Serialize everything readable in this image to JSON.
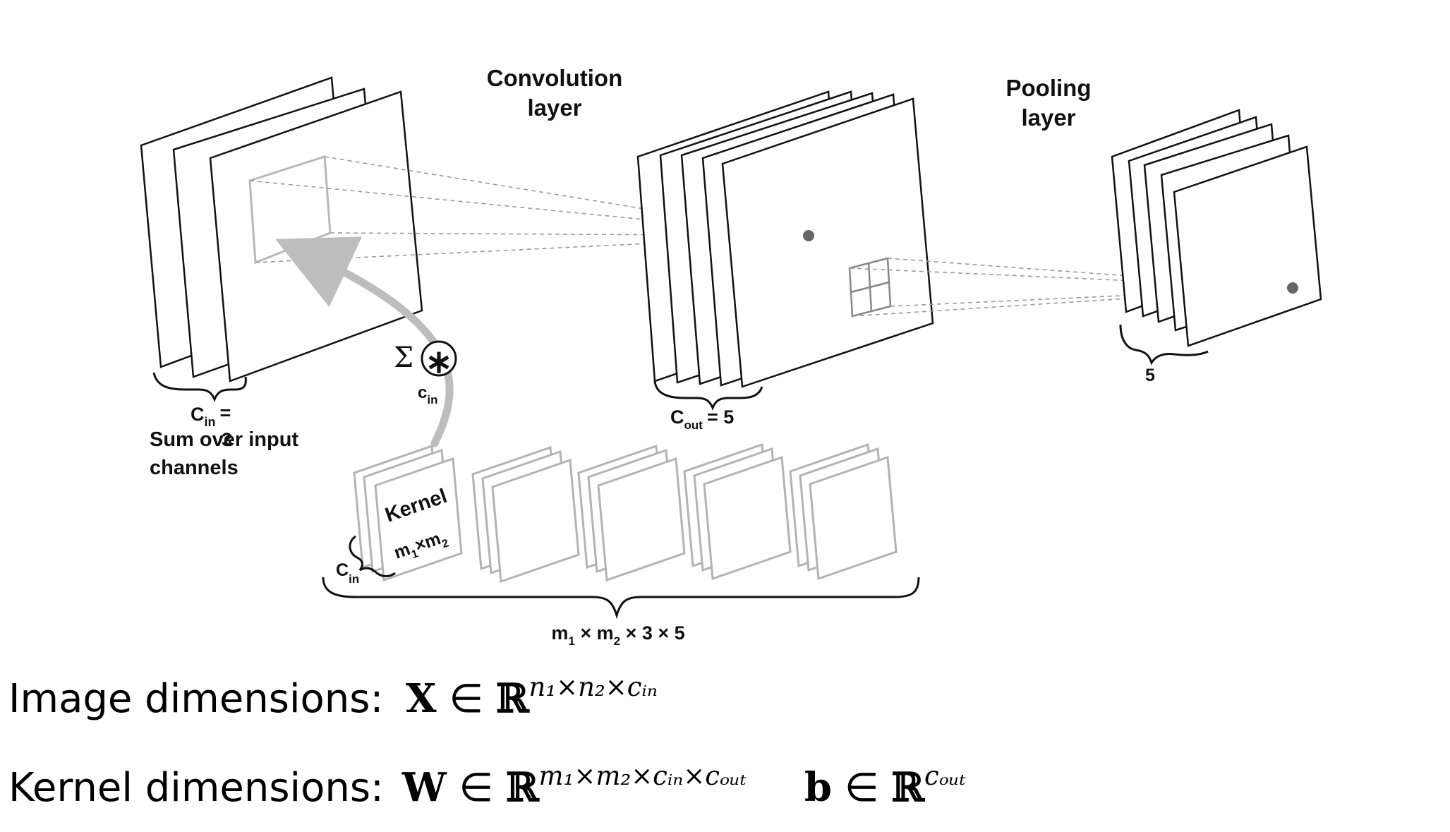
{
  "diagram": {
    "conv_title": [
      "Convolution",
      "layer"
    ],
    "pool_title": [
      "Pooling",
      "layer"
    ],
    "input_label": {
      "c": "C",
      "sub": "in",
      "eq": "=",
      "val": "3"
    },
    "sum_caption": [
      "Sum over input",
      "channels"
    ],
    "sum_symbol": "Σ",
    "conv_symbol": "∗",
    "sum_sub": {
      "c": "c",
      "sub": "in"
    },
    "conv_out_label": {
      "c": "C",
      "sub": "out",
      "rest": "= 5"
    },
    "pool_count": "5",
    "kernel_word": "Kernel",
    "kernel_size": {
      "m1": "m",
      "s1": "1",
      "x": "×",
      "m2": "m",
      "s2": "2"
    },
    "kernel_cin": {
      "c": "C",
      "sub": "in"
    },
    "total_params": {
      "m1": "m",
      "s1": "1",
      "x1": " × ",
      "m2": "m",
      "s2": "2",
      "rest": " × 3 × 5"
    }
  },
  "equations": {
    "image": {
      "label": "Image dimensions:",
      "var": "X",
      "in": "∈",
      "set": "ℝ",
      "exp": "n₁×n₂×cᵢₙ"
    },
    "kernel": {
      "label": "Kernel dimensions:",
      "var": "W",
      "in": "∈",
      "set": "ℝ",
      "exp": "m₁×m₂×cᵢₙ×cₒᵤₜ",
      "bias_var": "b",
      "bias_in": "∈",
      "bias_set": "ℝ",
      "bias_exp": "cₒᵤₜ"
    }
  }
}
